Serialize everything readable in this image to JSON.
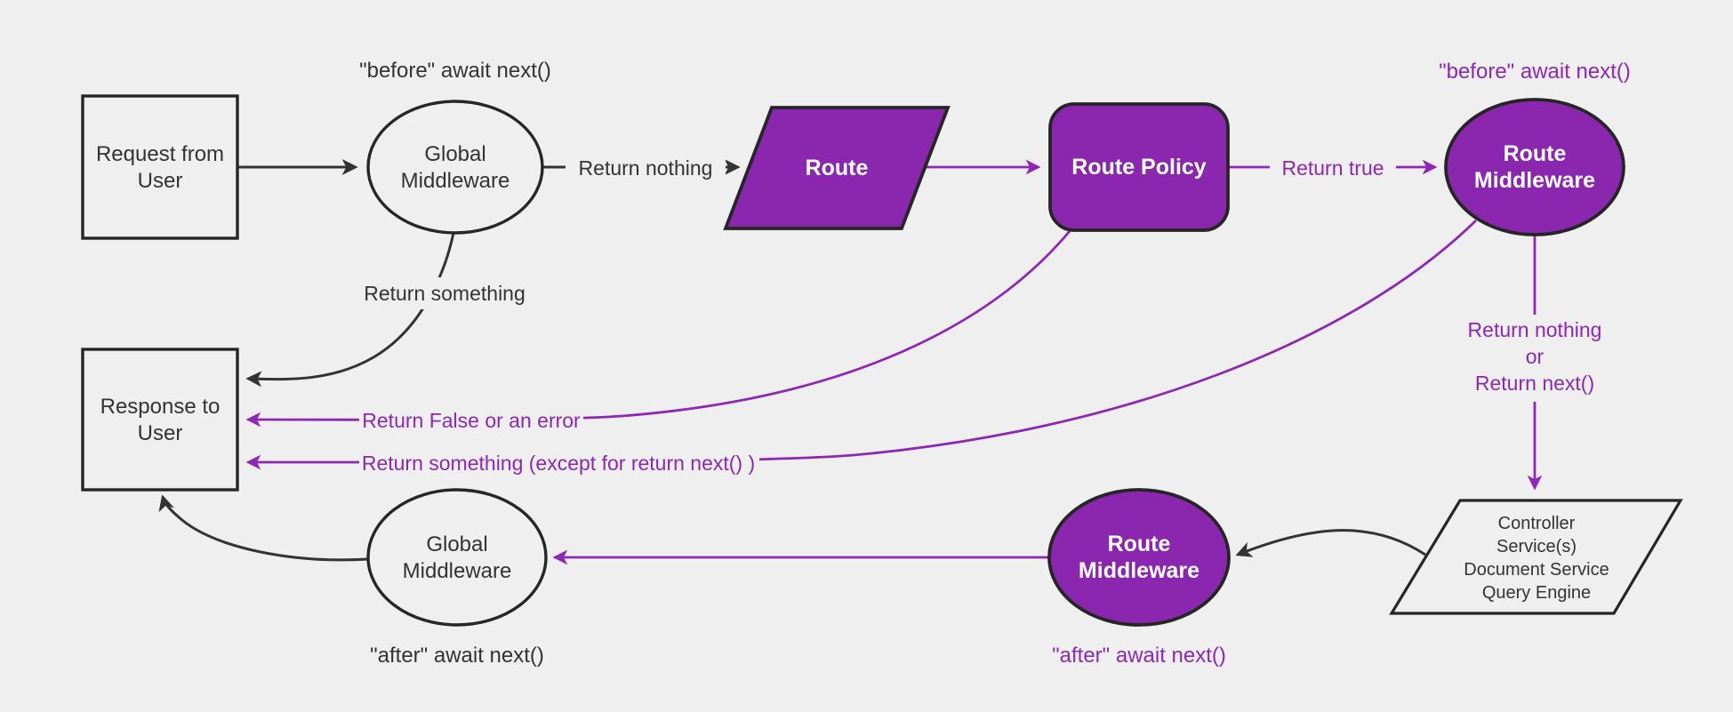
{
  "colors": {
    "background": "#efefef",
    "dark": "#333333",
    "node_border": "#262626",
    "purple_fill": "#8b27ae",
    "purple": "#8e28b4",
    "white_text": "#ffffff"
  },
  "nodes": {
    "request": {
      "lines": [
        "Request from",
        "User"
      ]
    },
    "global_middleware_top": {
      "lines": [
        "Global",
        "Middleware"
      ],
      "annotation": "\"before\" await next()"
    },
    "route": {
      "label": "Route"
    },
    "route_policy": {
      "label": "Route Policy"
    },
    "route_middleware_top": {
      "lines": [
        "Route",
        "Middleware"
      ],
      "annotation": "\"before\" await next()"
    },
    "response": {
      "lines": [
        "Response to",
        "User"
      ]
    },
    "controller": {
      "lines": [
        "Controller",
        "Service(s)",
        "Document Service",
        "Query Engine"
      ]
    },
    "route_middleware_bottom": {
      "lines": [
        "Route",
        "Middleware"
      ],
      "annotation": "\"after\" await next()"
    },
    "global_middleware_bottom": {
      "lines": [
        "Global",
        "Middleware"
      ],
      "annotation": "\"after\" await next()"
    }
  },
  "edges": {
    "return_nothing": {
      "label": "Return nothing"
    },
    "return_true": {
      "label": "Return true"
    },
    "return_something": {
      "label": "Return something"
    },
    "return_false_or_error": {
      "label": "Return False or an error"
    },
    "return_something_except": {
      "label": "Return something (except for return next() )"
    },
    "return_nothing_or_next": {
      "lines": [
        "Return nothing",
        "or",
        "Return next()"
      ]
    }
  }
}
